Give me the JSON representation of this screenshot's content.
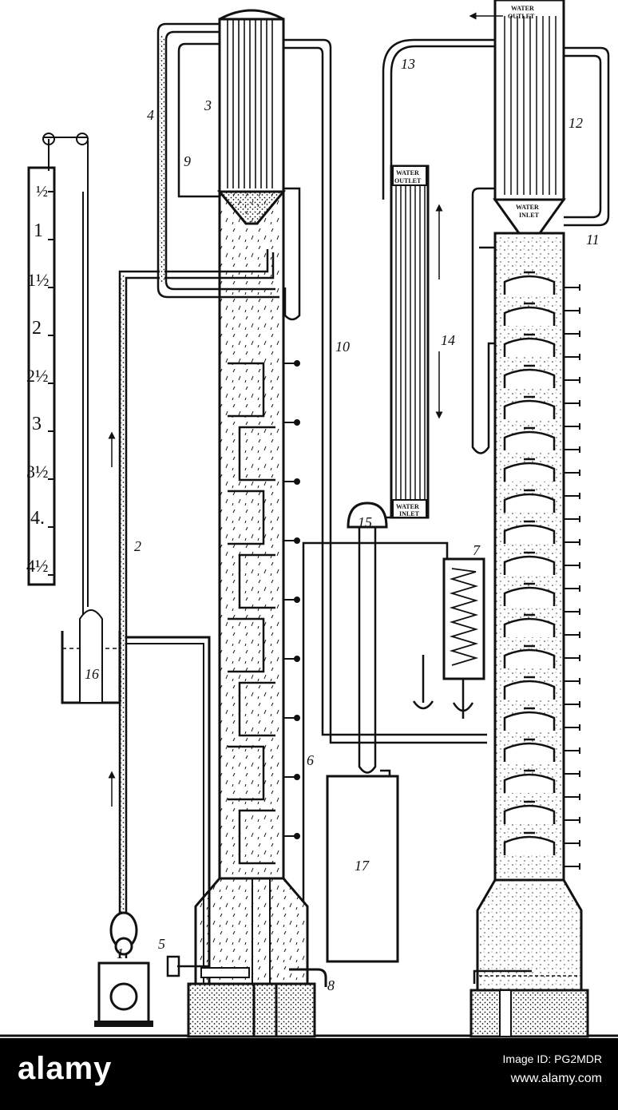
{
  "scale": {
    "ticks": [
      "½",
      "1",
      "1½",
      "2",
      "2½",
      "3",
      "3½",
      "4.",
      "4½"
    ]
  },
  "labels": {
    "l1": "1",
    "l2": "2",
    "l3": "3",
    "l4": "4",
    "l5": "5",
    "l6": "6",
    "l7": "7",
    "l8": "8",
    "l9": "9",
    "l10": "10",
    "l11": "11",
    "l12": "12",
    "l13": "13",
    "l14": "14",
    "l15": "15",
    "l16": "16",
    "l17": "17"
  },
  "tags": {
    "water_outlet_top_1": "WATER",
    "water_outlet_top_2": "OUTLET",
    "water_outlet_cond_1": "WATER",
    "water_outlet_cond_2": "OUTLET",
    "water_inlet_cond_1": "WATER",
    "water_inlet_cond_2": "INLET",
    "water_inlet_right_1": "WATER",
    "water_inlet_right_2": "INLET"
  },
  "watermark": {
    "logo": "alamy",
    "image_id": "Image ID: PG2MDR",
    "url": "www.alamy.com"
  },
  "colors": {
    "ink": "#111111",
    "paper": "#ffffff",
    "band": "#000000"
  }
}
